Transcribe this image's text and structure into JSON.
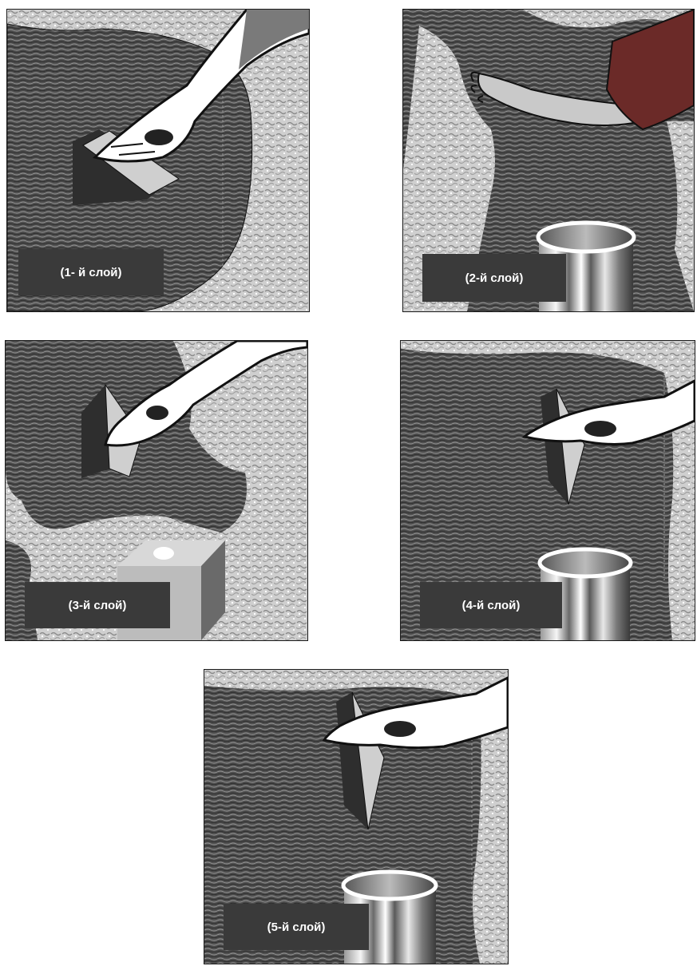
{
  "panels": [
    {
      "id": "p1",
      "caption": "(1- й слой)"
    },
    {
      "id": "p2",
      "caption": "(2-й слой)"
    },
    {
      "id": "p3",
      "caption": "(3-й слой)"
    },
    {
      "id": "p4",
      "caption": "(4-й слой)"
    },
    {
      "id": "p5",
      "caption": "(5-й слой)"
    }
  ],
  "colors": {
    "light_texture": "#c8c8c8",
    "dark_texture": "#5a5a5a",
    "caption_bg": "#3a3a3a",
    "caption_text": "#ffffff",
    "sleeve": "#6b2a28"
  }
}
